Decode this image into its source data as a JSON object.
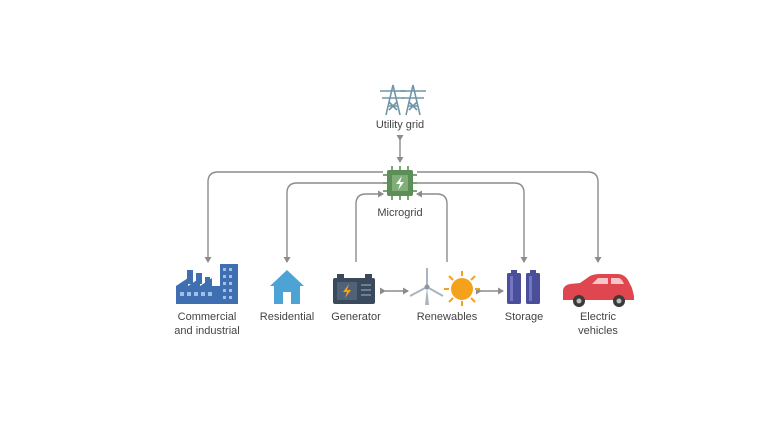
{
  "nodes": {
    "utility_grid": {
      "label": "Utility grid"
    },
    "microgrid": {
      "label": "Microgrid"
    },
    "commercial": {
      "label_line1": "Commercial",
      "label_line2": "and industrial"
    },
    "residential": {
      "label": "Residential"
    },
    "generator": {
      "label": "Generator"
    },
    "renewables": {
      "label": "Renewables"
    },
    "storage": {
      "label": "Storage"
    },
    "electric_vehicles": {
      "label_line1": "Electric",
      "label_line2": "vehicles"
    }
  },
  "colors": {
    "tower": "#6f95a8",
    "microgrid": "#5c8f58",
    "building": "#3f6fb0",
    "house": "#4da3d4",
    "generator": "#3a4a5c",
    "sun": "#f4a21c",
    "battery": "#4b4f9a",
    "car": "#e0464f",
    "arrow": "#8c8c8c"
  }
}
